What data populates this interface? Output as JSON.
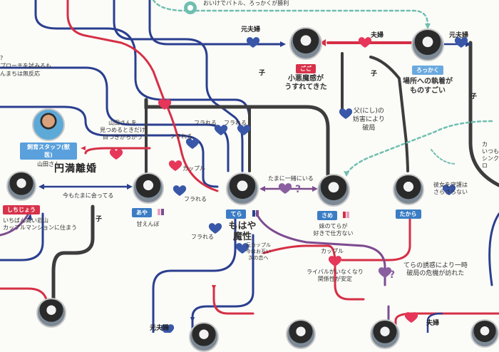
{
  "colors": {
    "navy": "#2a3f8f",
    "red": "#d62f45",
    "dark": "#3d3d3d",
    "purple": "#7d4b8f",
    "teal": "#6fbfb0",
    "pinkheart": "#e6365a",
    "blueheart": "#3957a8",
    "purpleheart": "#8a5fa0"
  },
  "top_note": "おいけでバトル、ろっかくが勝利",
  "penguins": {
    "gogo": {
      "name": "ごご",
      "caption": "小悪魔感が\nうすれてきた"
    },
    "rokkaku": {
      "name": "ろっかく",
      "caption": "場所への執着が\nものすごい"
    },
    "shichijou": {
      "name": "しちじょう"
    },
    "aya": {
      "name": "あや",
      "caption": "甘えんぼ"
    },
    "tera": {
      "name": "てら",
      "caption": "もはや\n魔性"
    },
    "same": {
      "name": "さめ",
      "caption": "妹のてらが\n好きで仕方ない"
    },
    "takara": {
      "name": "たから",
      "caption": "彼女を守護は\nさらさらない"
    }
  },
  "staff": {
    "title": "飼育スタッフ(獣医)",
    "name": "山田さん"
  },
  "labels": {
    "divorce": "円満離婚",
    "now_meet": "今もたまに会ってる",
    "yamada_note": "山田さんを\n見つめるときだけ\n目つきがちがう",
    "ex_couple": "元夫婦",
    "couple": "夫婦",
    "child": "子",
    "furareru": "フラれる",
    "couple_small": "カップル",
    "sometimes_together": "たまに一緒にいる",
    "father_note": "父(にし)の\n妨害により\n破局",
    "left_note": "?\nプローチを試みるも\nんまちは無反応",
    "old_note": "いちばん高い岩山\nカップルマンションに住まう",
    "tera_note": "元カップル\n今はお互い\n次の恋へ",
    "rival_note": "ライバルがいなくなり\n関係性が安定",
    "temptation_note": "てらの誘惑により一時\n破局の危機が訪れた",
    "right_note": "カ\nいつも\nシンクロ"
  }
}
